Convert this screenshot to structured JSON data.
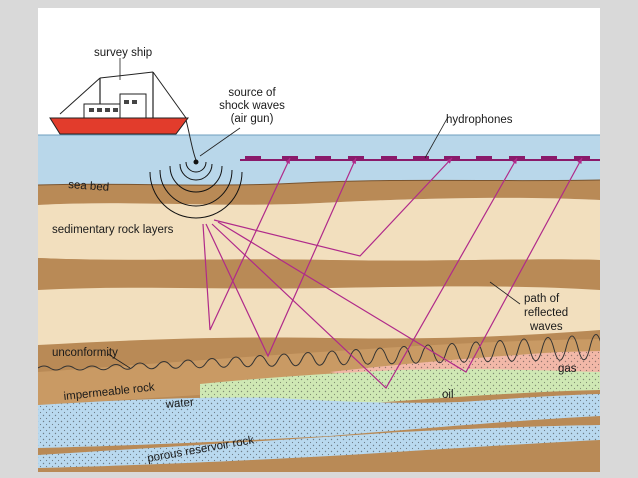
{
  "labels": {
    "survey_ship": "survey ship",
    "source_line1": "source of",
    "source_line2": "shock waves",
    "source_line3": "(air gun)",
    "hydrophones": "hydrophones",
    "sea_bed": "sea bed",
    "sedimentary": "sedimentary rock layers",
    "path_line1": "path of",
    "path_line2": "reflected",
    "path_line3": "waves",
    "unconformity": "unconformity",
    "impermeable": "impermeable rock",
    "gas": "gas",
    "oil": "oil",
    "water": "water",
    "porous": "porous reservoir rock"
  },
  "colors": {
    "frame_bg": "#d9d9d9",
    "sky": "#ffffff",
    "sea": "#b9d7ea",
    "sand_light": "#f2dfbe",
    "brown": "#b98a56",
    "brown_dark": "#9c6d3e",
    "gas": "#f2b8a8",
    "oil": "#cfe8b4",
    "water": "#b9d9ef",
    "ray": "#b02a8a",
    "hydrophone": "#8a1a6a",
    "ship_hull": "#e23c2c"
  }
}
